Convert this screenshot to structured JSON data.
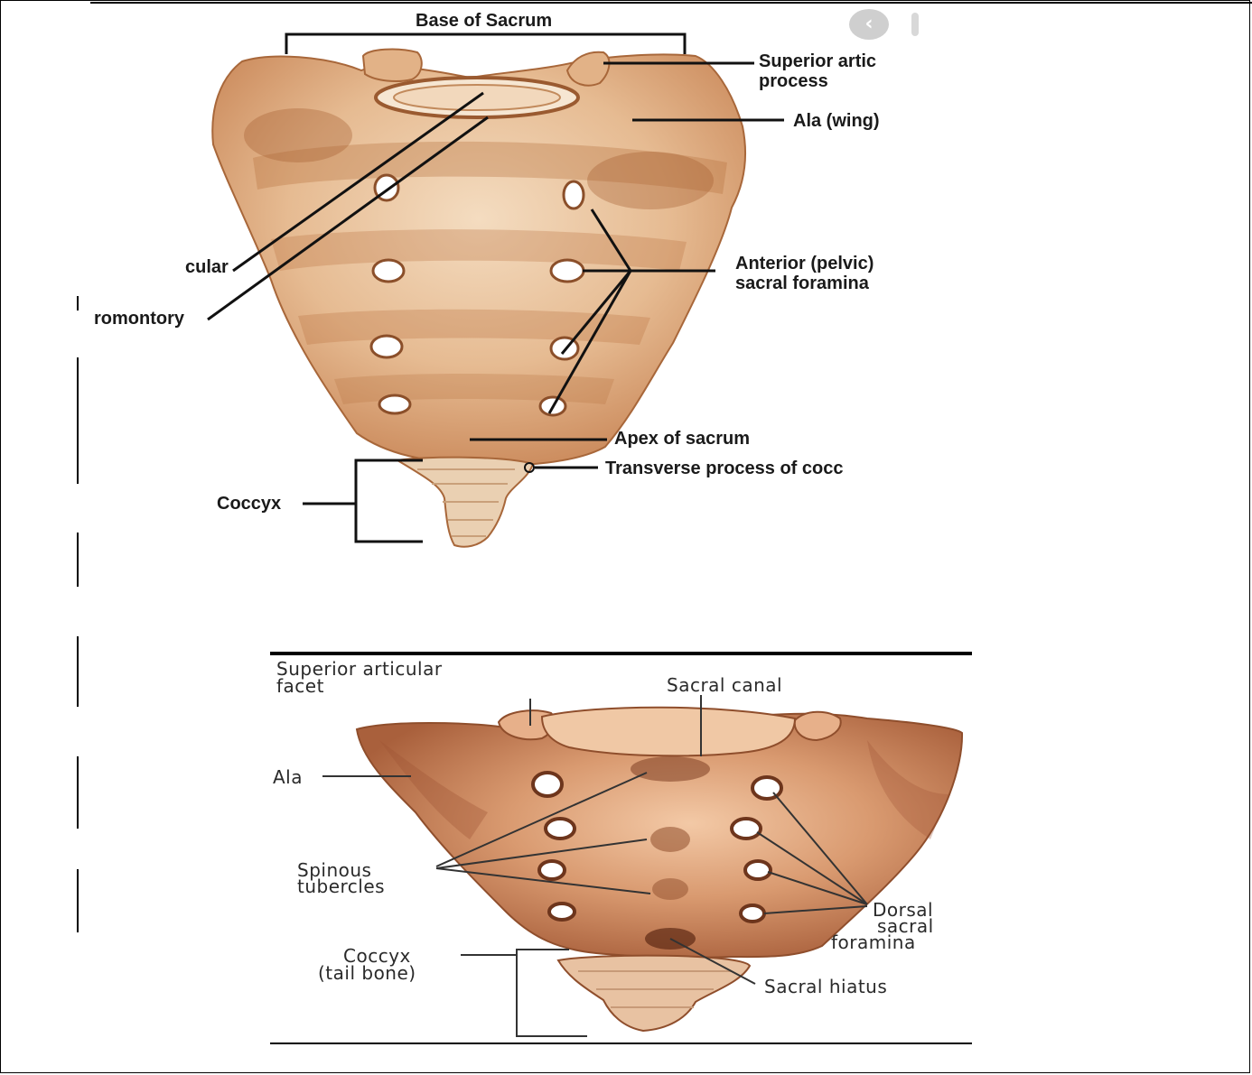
{
  "figure1": {
    "base_of_sacrum": "Base of Sacrum",
    "superior_articular_line1": "Superior artic",
    "superior_articular_line2": "process",
    "ala_wing": "Ala (wing)",
    "auricular_partial": "cular",
    "promontory_partial": "romontory",
    "anterior_foramina_line1": "Anterior (pelvic)",
    "anterior_foramina_line2": "sacral foramina",
    "apex_of_sacrum": "Apex of sacrum",
    "transverse_process": "Transverse process of cocc",
    "coccyx": "Coccyx"
  },
  "figure2": {
    "superior_articular_facet_line1": "Superior articular",
    "superior_articular_facet_line2": "facet",
    "sacral_canal": "Sacral canal",
    "ala": "Ala",
    "spinous_tubercles_line1": "Spinous",
    "spinous_tubercles_line2": "tubercles",
    "dorsal_foramina_line1": "Dorsal",
    "dorsal_foramina_line2": "sacral",
    "dorsal_foramina_line3": "foramina",
    "coccyx_line1": "Coccyx",
    "coccyx_line2": "(tail bone)",
    "sacral_hiatus": "Sacral hiatus"
  },
  "ui": {
    "back_icon": "chevron-left-icon",
    "back_glyph": "‹"
  },
  "colors": {
    "bone_light": "#f0d2b0",
    "bone_mid": "#d9a57a",
    "bone_dark": "#b06a3c",
    "bone2_base": "#cf8f64",
    "bone2_dark": "#9e5434",
    "leader_line": "#111111"
  }
}
